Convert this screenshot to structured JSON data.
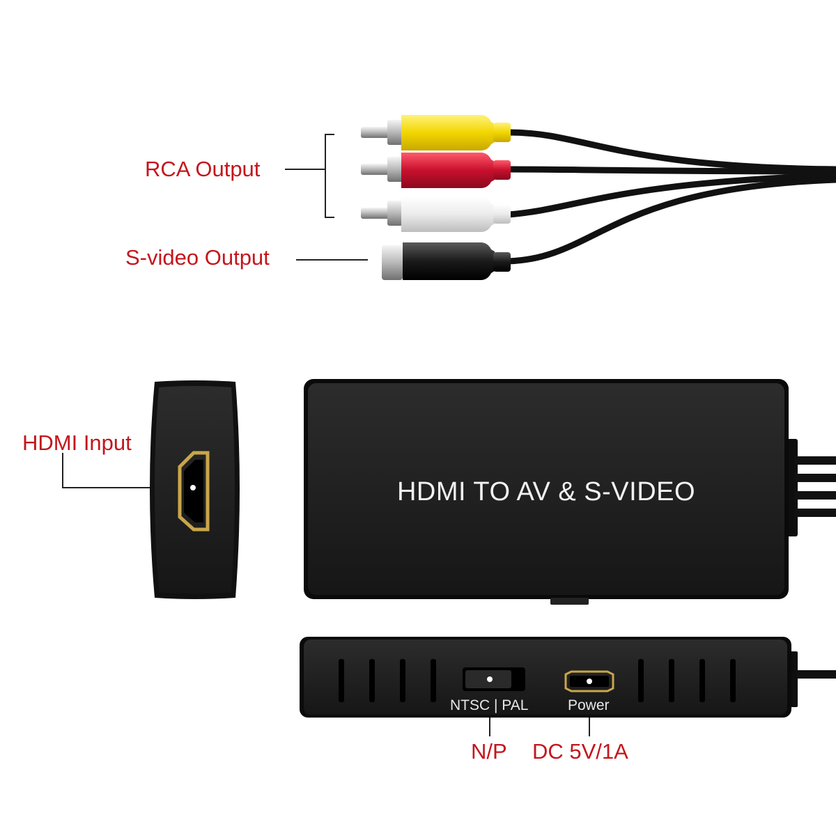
{
  "labels": {
    "rca_output": "RCA Output",
    "svideo_output": "S-video Output",
    "hdmi_input": "HDMI Input",
    "np": "N/P",
    "dc": "DC 5V/1A"
  },
  "device": {
    "title": "HDMI TO AV & S-VIDEO",
    "switch_caption": "NTSC | PAL",
    "power_caption": "Power"
  },
  "colors": {
    "callout_text": "#c4161c",
    "device_body": "#1c1c1c",
    "rca_yellow": "#f2d600",
    "rca_red": "#c8102e",
    "rca_white": "#ececec",
    "svideo_black": "#1a1a1a",
    "hdmi_gold": "#c9a64a"
  }
}
